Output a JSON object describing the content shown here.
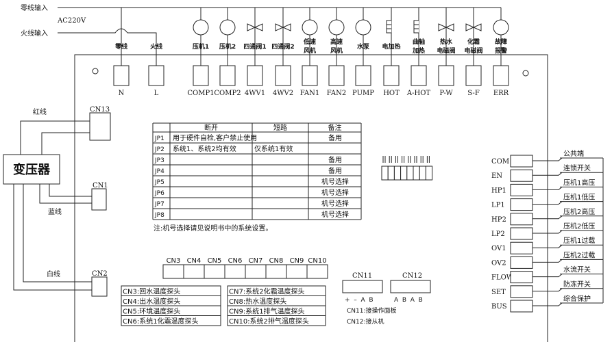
{
  "power": {
    "neutral_input": "零线输入",
    "live_input": "火线输入",
    "voltage": "AC220V"
  },
  "top_terminals": [
    {
      "label": "N",
      "desc": [
        "零线"
      ],
      "symbol": "none"
    },
    {
      "label": "L",
      "desc": [
        "火线"
      ],
      "symbol": "none"
    },
    {
      "label": "COMP1",
      "desc": [
        "压机1"
      ],
      "symbol": "motor"
    },
    {
      "label": "COMP2",
      "desc": [
        "压机2"
      ],
      "symbol": "motor"
    },
    {
      "label": "4WV1",
      "desc": [
        "四通阀1"
      ],
      "symbol": "valve"
    },
    {
      "label": "4WV2",
      "desc": [
        "四通阀2"
      ],
      "symbol": "valve"
    },
    {
      "label": "FAN1",
      "desc": [
        "低速",
        "风机"
      ],
      "symbol": "motor"
    },
    {
      "label": "FAN2",
      "desc": [
        "高速",
        "风机"
      ],
      "symbol": "motor"
    },
    {
      "label": "PUMP",
      "desc": [
        "水泵"
      ],
      "symbol": "motor"
    },
    {
      "label": "HOT",
      "desc": [
        "电加热"
      ],
      "symbol": "heater"
    },
    {
      "label": "A-HOT",
      "desc": [
        "曲轴",
        "加热"
      ],
      "symbol": "heater"
    },
    {
      "label": "P-W",
      "desc": [
        "热水",
        "电磁阀"
      ],
      "symbol": "valve"
    },
    {
      "label": "S-F",
      "desc": [
        "化霜",
        "电磁阀"
      ],
      "symbol": "valve"
    },
    {
      "label": "ERR",
      "desc": [
        "故障",
        "报警"
      ],
      "symbol": "motor"
    }
  ],
  "transformer": {
    "label": "变压器",
    "red_wire": "红线",
    "blue_wire": "蓝线",
    "white_wire": "白线",
    "cn13": "CN13",
    "cn1": "CN1",
    "cn2": "CN2"
  },
  "jumper_table": {
    "headers": [
      "",
      "断开",
      "短路",
      "备注"
    ],
    "rows": [
      {
        "jp": "JP1",
        "open": "用于硬件自检,客户禁止使用",
        "short": "",
        "note": "备用"
      },
      {
        "jp": "JP2",
        "open": "系统1、系统2均有效",
        "short": "仅系统1有效",
        "note": ""
      },
      {
        "jp": "JP3",
        "open": "",
        "short": "",
        "note": "备用"
      },
      {
        "jp": "JP4",
        "open": "",
        "short": "",
        "note": "备用"
      },
      {
        "jp": "JP5",
        "open": "",
        "short": "",
        "note": "机号选择"
      },
      {
        "jp": "JP6",
        "open": "",
        "short": "",
        "note": "机号选择"
      },
      {
        "jp": "JP7",
        "open": "",
        "short": "",
        "note": "机号选择"
      },
      {
        "jp": "JP8",
        "open": "",
        "short": "",
        "note": "机号选择"
      }
    ],
    "note": "注:机号选择请见说明书中的系统设置。"
  },
  "dip_switch": {
    "positions": 8
  },
  "sensor_connectors": [
    "CN3",
    "CN4",
    "CN5",
    "CN6",
    "CN7",
    "CN8",
    "CN9",
    "CN10"
  ],
  "sensor_legend_left": [
    "CN3:回水温度探头",
    "CN4:出水温度探头",
    "CN5:环境温度探头",
    "CN6:系统1化霜温度探头"
  ],
  "sensor_legend_right": [
    "CN7:系统2化霜温度探头",
    "CN8:热水温度探头",
    "CN9:系统1排气温度探头",
    "CN10:系统2排气温度探头"
  ],
  "comm": {
    "cn11": "CN11",
    "cn11_pins": "+  –  A  B",
    "cn12": "CN12",
    "cn12_pins": "A  B  A  B",
    "cn11_note": "CN11:接操作面板",
    "cn12_note": "CN12:接从机"
  },
  "inputs": [
    {
      "label": "COM",
      "desc": "公共端"
    },
    {
      "label": "EN",
      "desc": "连锁开关"
    },
    {
      "label": "HP1",
      "desc": "压机1高压"
    },
    {
      "label": "LP1",
      "desc": "压机1低压"
    },
    {
      "label": "HP2",
      "desc": "压机2高压"
    },
    {
      "label": "LP2",
      "desc": "压机2低压"
    },
    {
      "label": "OV1",
      "desc": "压机1过载"
    },
    {
      "label": "OV2",
      "desc": "压机2过载"
    },
    {
      "label": "FLOW",
      "desc": "水流开关"
    },
    {
      "label": "SET",
      "desc": "防冻开关"
    },
    {
      "label": "BUS",
      "desc": "综合保护"
    }
  ]
}
